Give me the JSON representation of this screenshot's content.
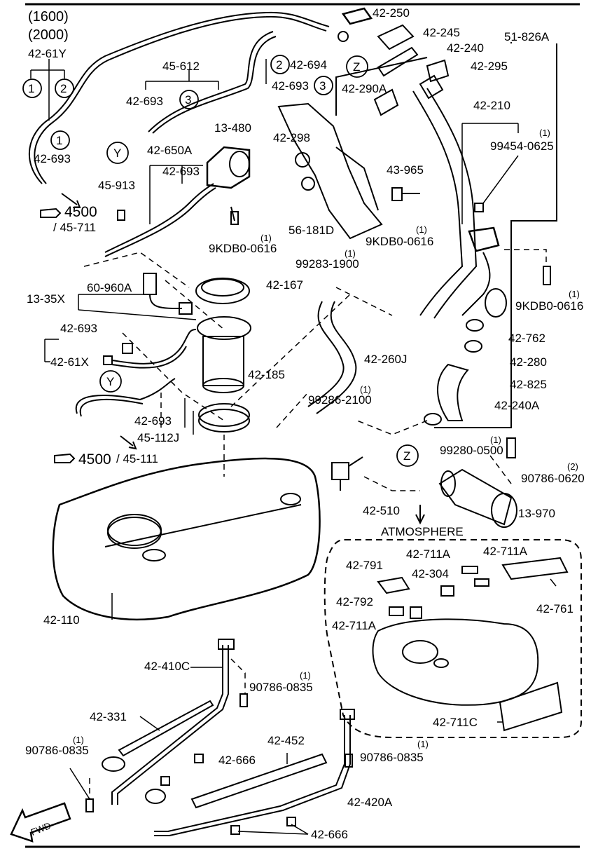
{
  "header": {
    "engine_a": "(1600)",
    "engine_b": "(2000)"
  },
  "notes": {
    "qty": "(1)",
    "qty2": "(2)",
    "ref_4500": "4500",
    "ref_45_711": "/ 45-711",
    "ref_45_111": "/ 45-111",
    "atmosphere": "ATMOSPHERE",
    "fwd": "FWD"
  },
  "markers": {
    "one": "1",
    "two": "2",
    "three": "3",
    "y": "Y",
    "z": "Z"
  },
  "parts": {
    "p42_250": "42-250",
    "p42_245": "42-245",
    "p42_240": "42-240",
    "p51_826A": "51-826A",
    "p42_694": "42-694",
    "p42_295": "42-295",
    "p42_61Y": "42-61Y",
    "p45_612": "45-612",
    "p42_693": "42-693",
    "p42_290A": "42-290A",
    "p42_210": "42-210",
    "p99454_0625": "99454-0625",
    "p13_480": "13-480",
    "p42_298": "42-298",
    "p42_650A": "42-650A",
    "p43_965": "43-965",
    "p45_913": "45-913",
    "p56_181D": "56-181D",
    "p9KDB0_0616": "9KDB0-0616",
    "p99283_1900": "99283-1900",
    "p42_167": "42-167",
    "p13_35X": "13-35X",
    "p60_960A": "60-960A",
    "p42_762": "42-762",
    "p42_280": "42-280",
    "p42_61X": "42-61X",
    "p42_260J": "42-260J",
    "p42_825": "42-825",
    "p42_185": "42-185",
    "p99286_2100": "99286-2100",
    "p42_240A": "42-240A",
    "p45_112J": "45-112J",
    "p99280_0500": "99280-0500",
    "p90786_0620": "90786-0620",
    "p42_510": "42-510",
    "p13_970": "13-970",
    "p42_711A": "42-711A",
    "p42_791": "42-791",
    "p42_304": "42-304",
    "p42_792": "42-792",
    "p42_761": "42-761",
    "p42_110": "42-110",
    "p42_410C": "42-410C",
    "p90786_0835": "90786-0835",
    "p42_331": "42-331",
    "p42_452": "42-452",
    "p42_666": "42-666",
    "p42_711C": "42-711C",
    "p42_420A": "42-420A"
  }
}
